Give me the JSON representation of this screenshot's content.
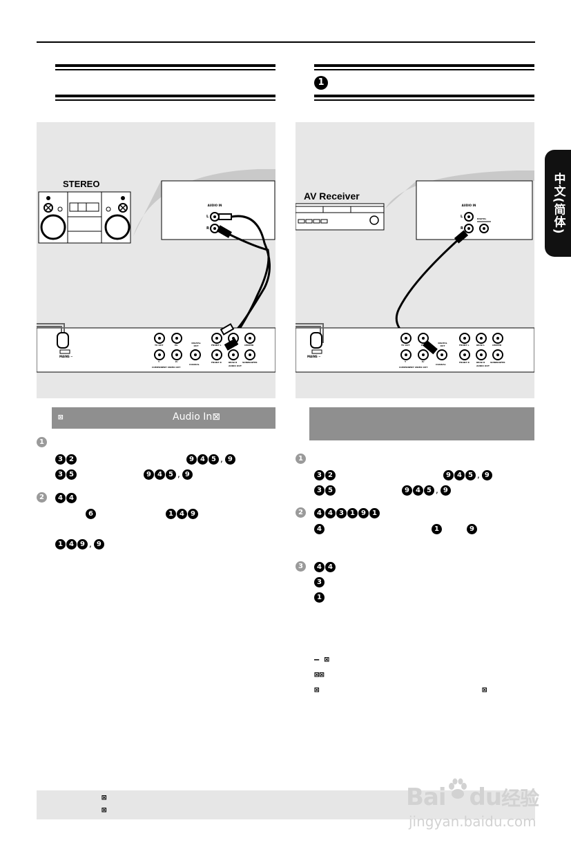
{
  "left": {
    "figure": {
      "device_label": "STEREO",
      "audio_in_label": "AUDIO IN",
      "l_label": "L",
      "r_label": "R",
      "panel_labels": {
        "mains": "MAINS ~",
        "tv_out": "TV OUT",
        "pb": "Pb",
        "y": "Y",
        "pr": "Pr",
        "digital_out": "DIGITAL OUT",
        "coaxial": "COAXIAL",
        "component_video_out": "COMPONENT VIDEO OUT",
        "front_l": "FRONT L",
        "rear_l": "REAR L",
        "center": "CENTER",
        "front_r": "FRONT R",
        "rear_r": "REAR R",
        "subwoofer": "SUBWOOFER",
        "audio_out": "AUDIO OUT"
      }
    },
    "caption": {
      "box": "⊠",
      "text": "Audio  In⊠"
    },
    "steps": [
      {
        "num": "1",
        "lines": [
          [],
          [
            "3",
            "2"
          ],
          [
            "3",
            "5"
          ]
        ],
        "inline": [
          [
            "9",
            "4",
            "5"
          ],
          [
            "9"
          ]
        ],
        "inline2": [
          [
            "9",
            "4",
            "5"
          ],
          [
            "9"
          ]
        ]
      },
      {
        "num": "2",
        "lines": [
          [
            "4",
            "4"
          ]
        ],
        "mid": [
          "6"
        ],
        "mid2": [
          "1",
          "4",
          "9"
        ],
        "last": [
          [
            "1",
            "4",
            "9"
          ],
          [
            "9"
          ]
        ]
      }
    ]
  },
  "right": {
    "header_badge": "1",
    "figure": {
      "device_label": "AV Receiver",
      "audio_in_label": "AUDIO IN",
      "digital_label": "DIGITAL",
      "l_label": "L",
      "r_label": "R",
      "panel_labels": {
        "mains": "MAINS ~",
        "tv_out": "TV OUT",
        "pb": "Pb",
        "y": "Y",
        "pr": "Pr",
        "digital_out": "DIGITAL OUT",
        "coaxial": "COAXIAL",
        "component_video_out": "COMPONENT VIDEO OUT",
        "front_l": "FRONT L",
        "rear_l": "REAR L",
        "center": "CENTER",
        "front_r": "FRONT R",
        "rear_r": "REAR R",
        "subwoofer": "SUBWOOFER",
        "audio_out": "AUDIO OUT"
      }
    },
    "steps": [
      {
        "num": "1"
      },
      {
        "num": "2"
      },
      {
        "num": "3"
      }
    ],
    "notes": {
      "dash_box": "– ⊠",
      "double_box": "⊠⊠",
      "box_left": "⊠",
      "box_right": "⊠"
    }
  },
  "footer": {
    "line1": "⊠",
    "line2": "⊠"
  },
  "side_tab": {
    "label": "中文(简体)"
  },
  "watermark": {
    "brand": "Bai",
    "brand2": "du",
    "cn": "经验",
    "url": "jingyan.baidu.com"
  }
}
